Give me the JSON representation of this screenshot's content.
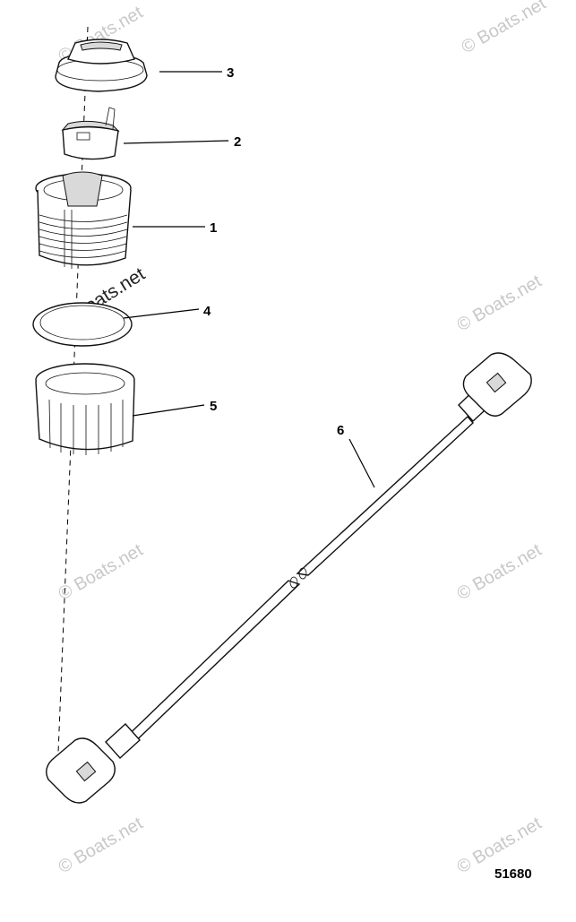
{
  "callouts": [
    {
      "label": "3"
    },
    {
      "label": "2"
    },
    {
      "label": "1"
    },
    {
      "label": "4"
    },
    {
      "label": "5"
    },
    {
      "label": "6"
    }
  ],
  "figure_number": "51680",
  "watermark": {
    "text": "© Boats.net",
    "featured_text": "© Boats.net"
  },
  "colors": {
    "line": "#000000",
    "watermark": "#c8c8c8",
    "background": "#ffffff"
  }
}
